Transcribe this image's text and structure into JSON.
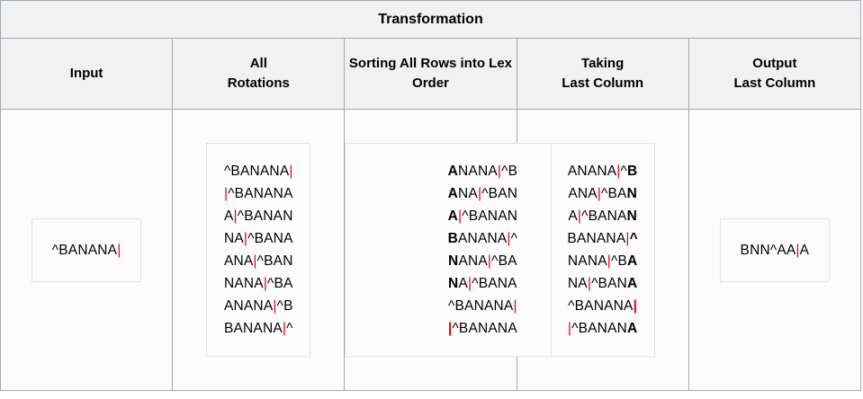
{
  "table": {
    "title": "Transformation",
    "separator_char": "|",
    "separator_color": "#ee0000",
    "columns": [
      {
        "key": "input",
        "label": "Input"
      },
      {
        "key": "rotations",
        "label": "All\nRotations"
      },
      {
        "key": "sorted",
        "label": "Sorting All Rows into Lex Order"
      },
      {
        "key": "taking",
        "label": "Taking\nLast Column"
      },
      {
        "key": "output",
        "label": "Output\nLast Column"
      }
    ],
    "column_labels": {
      "input": "Input",
      "rotations_line1": "All",
      "rotations_line2": "Rotations",
      "sorted": "Sorting All Rows into Lex Order",
      "taking_line1": "Taking",
      "taking_line2": "Last Column",
      "output_line1": "Output",
      "output_line2": "Last Column"
    }
  },
  "input": {
    "text": "^BANANA|",
    "before_sep": "^BANANA",
    "sep": "|",
    "after_sep": ""
  },
  "rotations": {
    "rows": [
      {
        "before": "^BANANA",
        "sep": "|",
        "after": ""
      },
      {
        "before": "",
        "sep": "|",
        "after": "^BANANA"
      },
      {
        "before": "A",
        "sep": "|",
        "after": "^BANAN"
      },
      {
        "before": "NA",
        "sep": "|",
        "after": "^BANA"
      },
      {
        "before": "ANA",
        "sep": "|",
        "after": "^BAN"
      },
      {
        "before": "NANA",
        "sep": "|",
        "after": "^BA"
      },
      {
        "before": "ANANA",
        "sep": "|",
        "after": "^B"
      },
      {
        "before": "BANANA",
        "sep": "|",
        "after": "^"
      }
    ]
  },
  "sorted": {
    "rows": [
      {
        "first": "A",
        "rest_before": "NANA",
        "sep": "|",
        "after": "^B"
      },
      {
        "first": "A",
        "rest_before": "NA",
        "sep": "|",
        "after": "^BAN"
      },
      {
        "first": "A",
        "rest_before": "",
        "sep": "|",
        "after": "^BANAN"
      },
      {
        "first": "B",
        "rest_before": "ANANA",
        "sep": "|",
        "after": "^"
      },
      {
        "first": "N",
        "rest_before": "ANA",
        "sep": "|",
        "after": "^BA"
      },
      {
        "first": "N",
        "rest_before": "A",
        "sep": "|",
        "after": "^BANA"
      },
      {
        "first": "^",
        "rest_before": "BANANA",
        "sep": "|",
        "after": ""
      },
      {
        "first": "|",
        "rest_before": "",
        "sep": "",
        "after": "^BANANA"
      }
    ]
  },
  "taking": {
    "rows": [
      {
        "before": "ANANA",
        "sep": "|",
        "after_head": "^",
        "last": "B"
      },
      {
        "before": "ANA",
        "sep": "|",
        "after_head": "^BA",
        "last": "N"
      },
      {
        "before": "A",
        "sep": "|",
        "after_head": "^BANA",
        "last": "N"
      },
      {
        "before": "BANANA",
        "sep": "|",
        "after_head": "",
        "last": "^"
      },
      {
        "before": "NANA",
        "sep": "|",
        "after_head": "^B",
        "last": "A"
      },
      {
        "before": "NA",
        "sep": "|",
        "after_head": "^BAN",
        "last": "A"
      },
      {
        "before": "^BANANA",
        "sep": "",
        "after_head": "",
        "last": "|"
      },
      {
        "before": "",
        "sep": "|",
        "after_head": "^BANAN",
        "last": "A"
      }
    ],
    "last_column_string": "BNN^AA|A"
  },
  "output": {
    "before_sep": "BNN^AA",
    "sep": "|",
    "after_sep": "A",
    "text": "BNN^AA|A"
  }
}
